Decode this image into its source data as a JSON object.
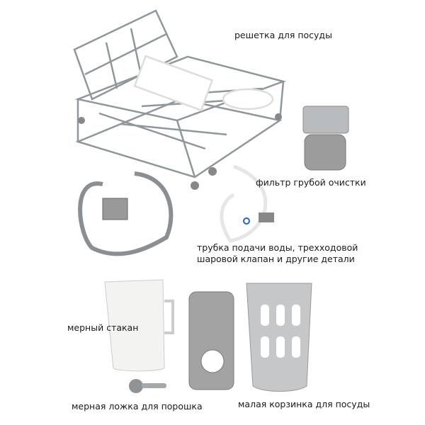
{
  "labels": {
    "rack": "решетка для посуды",
    "filter": "фильтр грубой очистки",
    "tube_line1": "трубка подачи воды, трехходовой",
    "tube_line2": "шаровой клапан и другие детали",
    "cup": "мерный стакан",
    "spoon": "мерная ложка для порошка",
    "basket": "малая корзинка для посуды"
  },
  "colors": {
    "wire": "#8f979b",
    "plastic": "#b9bcbe",
    "mesh": "#9c9c9c"
  }
}
